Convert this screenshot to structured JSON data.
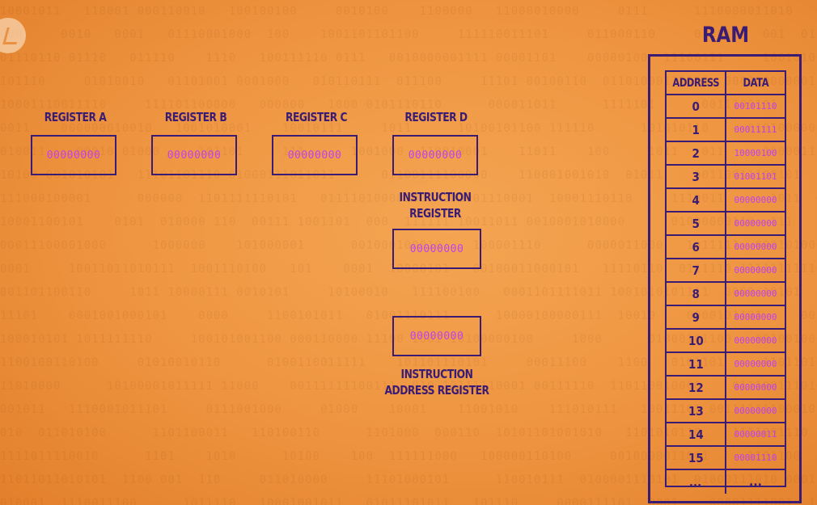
{
  "registers": [
    {
      "label": "REGISTER A",
      "value": "00000000"
    },
    {
      "label": "REGISTER B",
      "value": "00000000"
    },
    {
      "label": "REGISTER C",
      "value": "00000000"
    },
    {
      "label": "REGISTER D",
      "value": "00000000"
    }
  ],
  "instruction_register": {
    "label_line1": "INSTRUCTION",
    "label_line2": "REGISTER",
    "value": "00000000"
  },
  "instruction_address_register": {
    "label_line1": "INSTRUCTION",
    "label_line2": "ADDRESS REGISTER",
    "value": "00000000"
  },
  "ram": {
    "title": "RAM",
    "header": {
      "address": "ADDRESS",
      "data": "DATA"
    },
    "rows": [
      {
        "address": "0",
        "data": "00101110"
      },
      {
        "address": "1",
        "data": "00011111"
      },
      {
        "address": "2",
        "data": "10000100"
      },
      {
        "address": "3",
        "data": "01001101"
      },
      {
        "address": "4",
        "data": "00000000"
      },
      {
        "address": "5",
        "data": "00000000"
      },
      {
        "address": "6",
        "data": "00000000"
      },
      {
        "address": "7",
        "data": "00000000"
      },
      {
        "address": "8",
        "data": "00000000"
      },
      {
        "address": "9",
        "data": "00000000"
      },
      {
        "address": "10",
        "data": "00000000"
      },
      {
        "address": "11",
        "data": "00000000"
      },
      {
        "address": "12",
        "data": "00000000"
      },
      {
        "address": "13",
        "data": "00000000"
      },
      {
        "address": "14",
        "data": "00000011"
      },
      {
        "address": "15",
        "data": "00001110"
      },
      {
        "address": "...",
        "data": "..."
      }
    ]
  },
  "colors": {
    "ink": "#3b1c74",
    "value": "#c040f0",
    "background": "#ee9440"
  }
}
